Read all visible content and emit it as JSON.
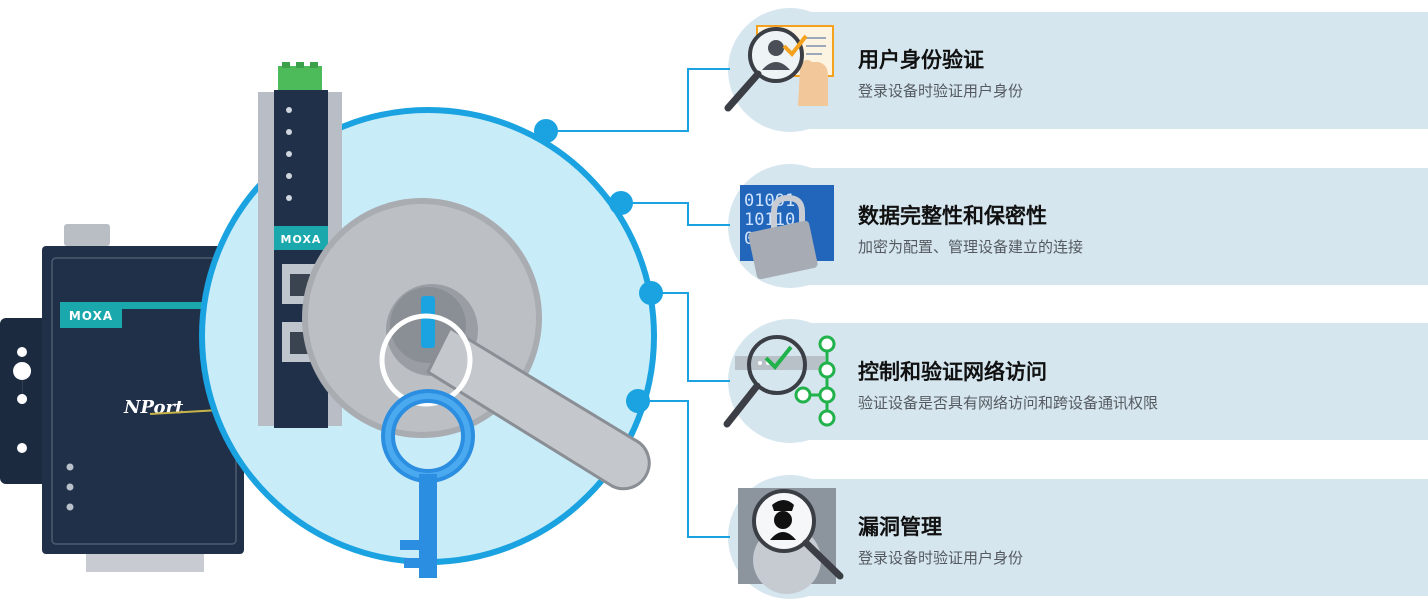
{
  "devices": {
    "left_brand": "MOXA",
    "left_model": "NPort",
    "right_brand": "MOXA"
  },
  "colors": {
    "panel_bg": "#d5e6ef",
    "accent_blue": "#1aa3e0",
    "circle_fill": "#c9ecf9",
    "device_navy": "#203048",
    "teal": "#1aa8ad",
    "check_orange": "#f4a21e",
    "check_green": "#22b24c"
  },
  "features": [
    {
      "title": "用户身份验证",
      "description": "登录设备时验证用户身份",
      "icon": "user-id-magnifier-icon"
    },
    {
      "title": "数据完整性和保密性",
      "description": "加密为配置、管理设备建立的连接",
      "icon": "binary-padlock-icon"
    },
    {
      "title": "控制和验证网络访问",
      "description": "验证设备是否具有网络访问和跨设备通讯权限",
      "icon": "network-check-magnifier-icon"
    },
    {
      "title": "漏洞管理",
      "description": "登录设备时验证用户身份",
      "icon": "vulnerability-magnifier-icon"
    }
  ]
}
